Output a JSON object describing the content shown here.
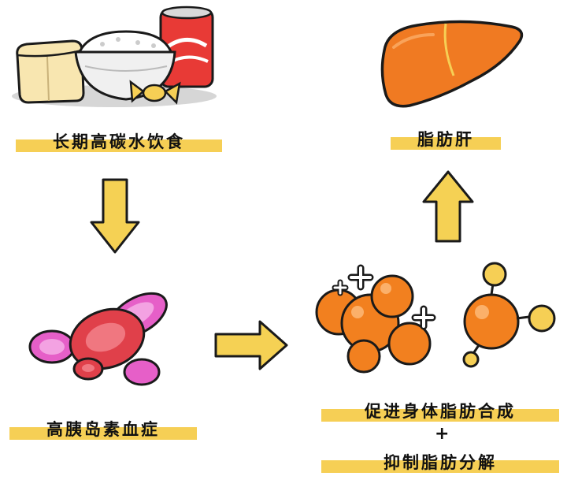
{
  "nodes": {
    "diet": {
      "label": "长期高碳水饮食",
      "icon": "rice-bowl-soda-tofu-candy-icon"
    },
    "hyperinsulinemia": {
      "label": "高胰岛素血症",
      "icon": "red-blood-cells-icon"
    },
    "fat_synthesis": {
      "label_top": "促进身体脂肪合成",
      "plus": "+",
      "label_bottom": "抑制脂肪分解",
      "icon": "fat-molecules-icon"
    },
    "fatty_liver": {
      "label": "脂肪肝",
      "icon": "liver-icon"
    }
  },
  "colors": {
    "highlight": "#f6cf55",
    "arrow": "#f5d154",
    "liver": "#f07a22",
    "fat": "#f2801f",
    "blood_cell": "#e0404a",
    "pink_cell": "#e65fc8"
  }
}
